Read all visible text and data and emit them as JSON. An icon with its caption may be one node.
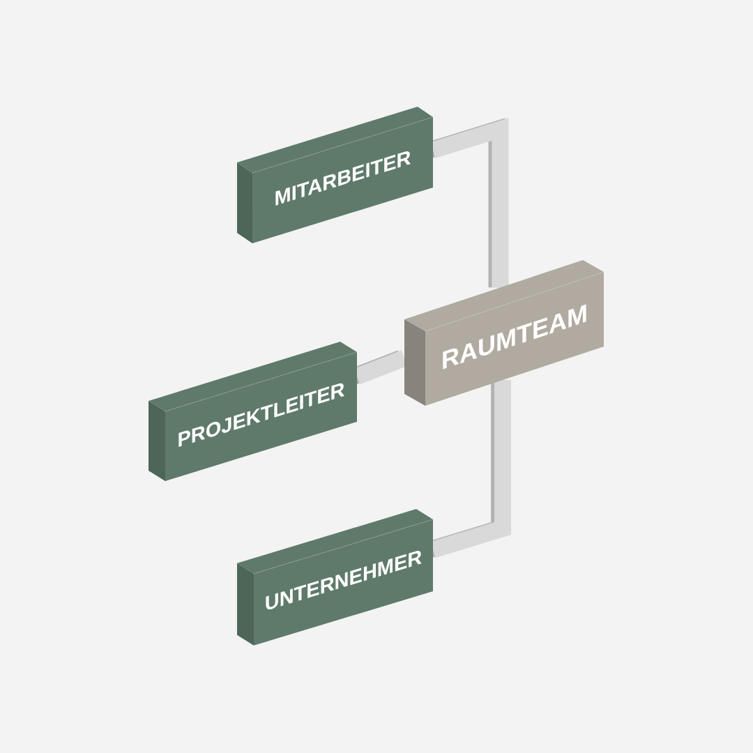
{
  "diagram": {
    "nodes": [
      {
        "text": [
          "MITARBEITER"
        ]
      },
      {
        "text": [
          "RAUMTEAM"
        ]
      },
      {
        "text": [
          "PROJEKTLEITER"
        ]
      },
      {
        "text": [
          "UNTERNEHMER"
        ]
      }
    ],
    "edges": [
      {
        "from": 0,
        "to": 1,
        "arrow": "none"
      },
      {
        "from": 2,
        "to": 1,
        "arrow": "none"
      },
      {
        "from": 1,
        "to": 3,
        "arrow": "none"
      }
    ]
  }
}
